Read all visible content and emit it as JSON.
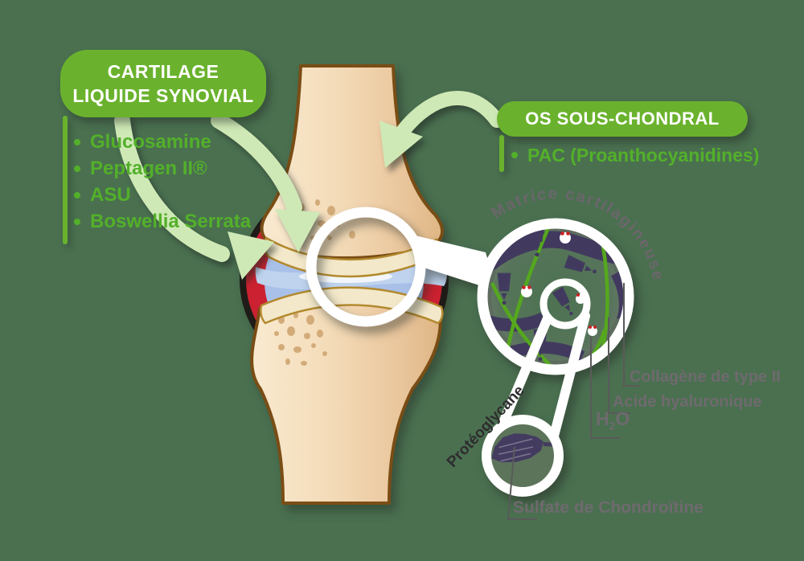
{
  "colors": {
    "background": "#4A7050",
    "callout_green": "#6AB22D",
    "bullet_green": "#53B02A",
    "label_gray": "#6F6A6E",
    "capsule_red": "#CB2130",
    "synovial_blue": "#A9C0E8",
    "bone_tan": "#F2D9B4",
    "cartilage_cream": "#F3E8CA",
    "collagen_navy": "#413A5E",
    "strand_green": "#55A81E",
    "arrow_pale_green": "#CFE9B6"
  },
  "left_panel": {
    "title_line1": "CARTILAGE",
    "title_line2": "LIQUIDE SYNOVIAL",
    "items": [
      "Glucosamine",
      "Peptagen II®",
      "ASU",
      "Boswellia Serrata"
    ]
  },
  "right_panel": {
    "title": "OS SOUS-CHONDRAL",
    "items": [
      "PAC (Proanthocyanidines)"
    ]
  },
  "magnified_view": {
    "curved_label": "Matrice cartilagineuse",
    "collagen_label": "Collagène de type II",
    "hyaluronic_label": "Acide hyaluronique",
    "water_h": "H",
    "water_sub": "2",
    "water_o": "O",
    "proteoglycan_label": "Protéoglycane",
    "chondroitin_label": "Sulfate de Chondroïtine"
  },
  "illustration": {
    "subject": "knee-joint-cross-section"
  }
}
